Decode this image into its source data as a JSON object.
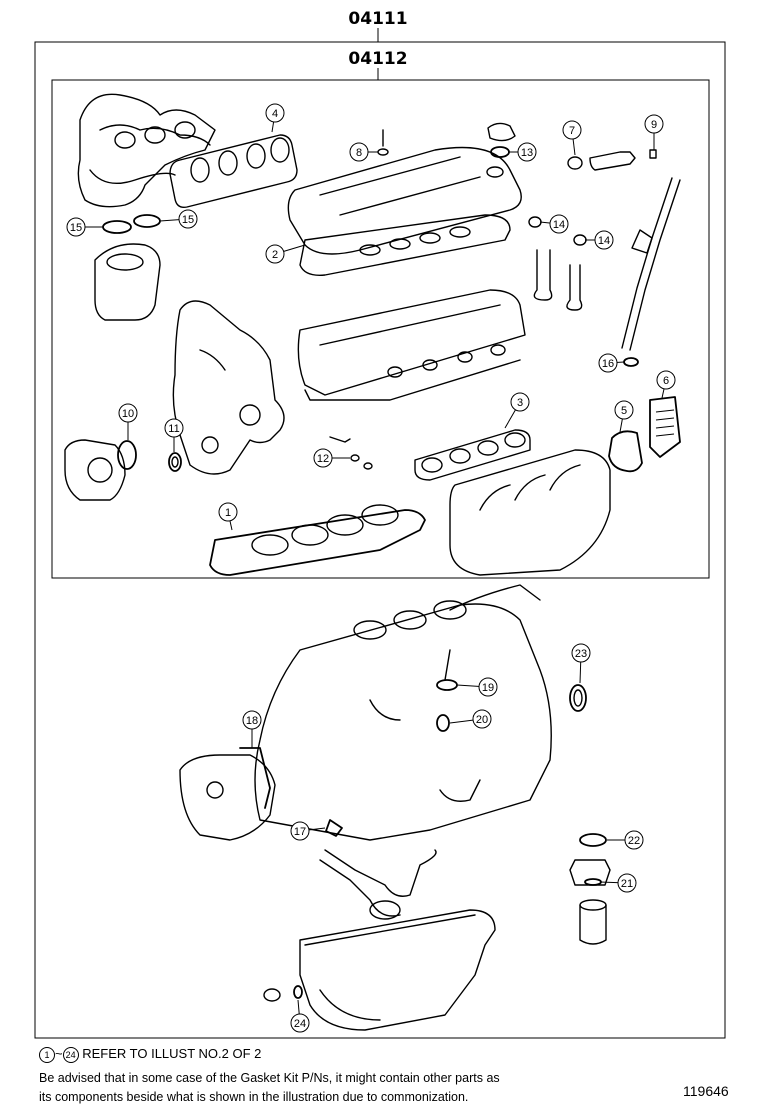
{
  "header": {
    "outer_code": "04111",
    "inner_code": "04112"
  },
  "callouts_top": [
    {
      "num": "1"
    },
    {
      "num": "2"
    },
    {
      "num": "3"
    },
    {
      "num": "4"
    },
    {
      "num": "5"
    },
    {
      "num": "6"
    },
    {
      "num": "7"
    },
    {
      "num": "8"
    },
    {
      "num": "9"
    },
    {
      "num": "10"
    },
    {
      "num": "11"
    },
    {
      "num": "12"
    },
    {
      "num": "13"
    },
    {
      "num": "14"
    },
    {
      "num": "14"
    },
    {
      "num": "15"
    },
    {
      "num": "15"
    },
    {
      "num": "16"
    }
  ],
  "callouts_bottom": [
    {
      "num": "17"
    },
    {
      "num": "18"
    },
    {
      "num": "19"
    },
    {
      "num": "20"
    },
    {
      "num": "21"
    },
    {
      "num": "22"
    },
    {
      "num": "23"
    },
    {
      "num": "24"
    }
  ],
  "footer": {
    "refer_start": "1",
    "refer_sep": "~",
    "refer_end": "24",
    "refer_text": "REFER TO ILLUST NO.2 OF 2",
    "note_line1": "Be advised that in some case of the Gasket Kit P/Ns,  it might contain other parts as",
    "note_line2": "its components beside what is shown in the illustration due to commonization.",
    "illustration_number": "119646"
  }
}
